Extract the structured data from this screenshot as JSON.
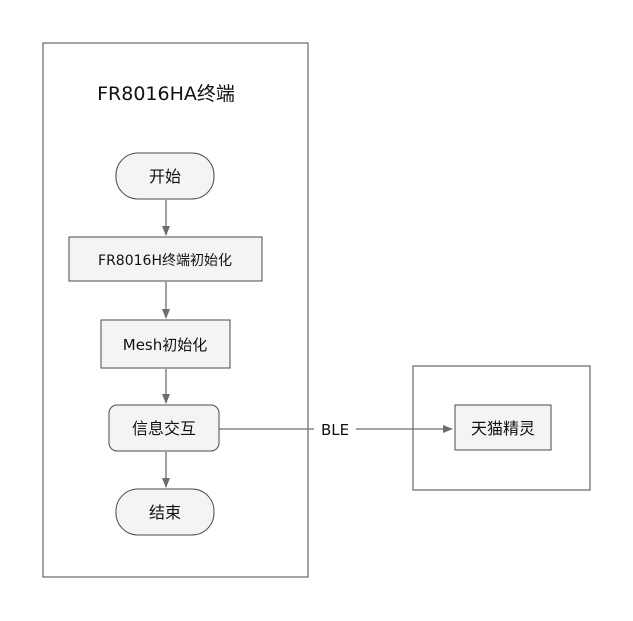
{
  "diagram": {
    "terminal_title": "FR8016HA终端",
    "nodes": {
      "start": "开始",
      "init_terminal": "FR8016H终端初始化",
      "init_mesh": "Mesh初始化",
      "exchange": "信息交互",
      "end": "结束",
      "tmall": "天猫精灵"
    },
    "link_label": "BLE"
  },
  "colors": {
    "stroke": "#4a4a4a",
    "arrow": "#6d6d6d",
    "fill": "#f4f4f4"
  }
}
